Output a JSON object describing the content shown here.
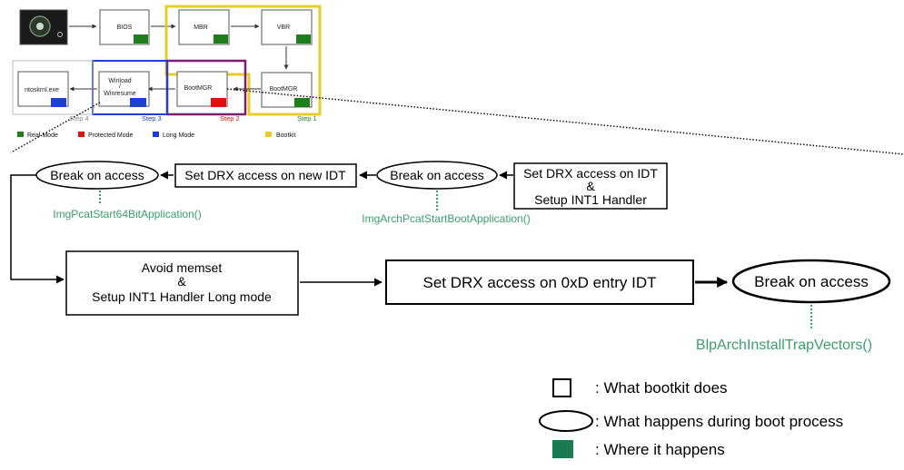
{
  "colors": {
    "green": "#1e7e1e",
    "func_green": "#3b9e6d",
    "red": "#e01010",
    "blue": "#1d3fd6",
    "yellow": "#e6cd2a",
    "legend_square": "#1a7a50",
    "purple": "#7b1e6e"
  },
  "overview": {
    "nodes": {
      "bios": "BIOS",
      "mbr": "MBR",
      "vbr": "VBR",
      "bootmgr": "BootMGR",
      "bootmgr2": "BootMGR",
      "winload": "Winload",
      "winload_sep": "/",
      "winresume": "Winresume",
      "ntoskrnl": "ntoskrnl.exe"
    },
    "steps": {
      "step1": "Step 1",
      "step2": "Step 2",
      "step3": "Step 3",
      "step4": "Step 4"
    },
    "legend": {
      "real_mode": "Real Mode",
      "protected_mode": "Protected Mode",
      "long_mode": "Long Mode",
      "bootkit": "Bootkit"
    }
  },
  "flow": {
    "set_drx_idt_line1": "Set DRX access on IDT",
    "set_drx_idt_line2": "&",
    "set_drx_idt_line3": "Setup INT1 Handler",
    "break1": "Break on access",
    "func1": "ImgArchPcatStartBootApplication()",
    "set_drx_new_idt": "Set DRX access on new IDT",
    "break2": "Break on access",
    "func2": "ImgPcatStart64BitApplication()",
    "avoid_line1": "Avoid memset",
    "avoid_line2": "&",
    "avoid_line3": "Setup INT1 Handler Long mode",
    "set_drx_0xd": "Set DRX access on 0xD entry IDT",
    "break3": "Break on access",
    "func3": "BlpArchInstallTrapVectors()"
  },
  "legend": {
    "rect": ": What bootkit does",
    "ellipse": ": What happens during boot process",
    "square": ": Where it happens"
  }
}
